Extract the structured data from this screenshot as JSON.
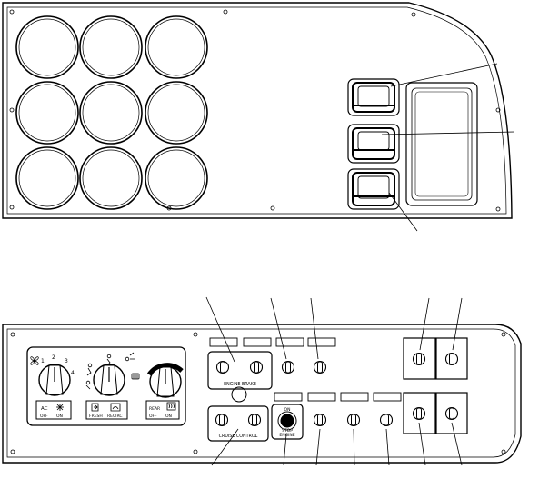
{
  "diagram": {
    "hvac": {
      "fan_speed_marks": [
        "1",
        "2",
        "3",
        "4"
      ],
      "ac_label": "AC",
      "ac_off": "OFF",
      "ac_on": "ON",
      "fresh_label": "FRESH",
      "recirc_label": "RECIRC",
      "rear_label": "REAR",
      "rear_off": "OFF",
      "rear_on": "ON"
    },
    "engine_brake_label": "ENGINE BRAKE",
    "cruise_control_label": "CRUISE CONTROL",
    "stop_button": {
      "top_label": "ON",
      "middle_label": "STOP",
      "bottom_label": "ENGINE"
    }
  }
}
